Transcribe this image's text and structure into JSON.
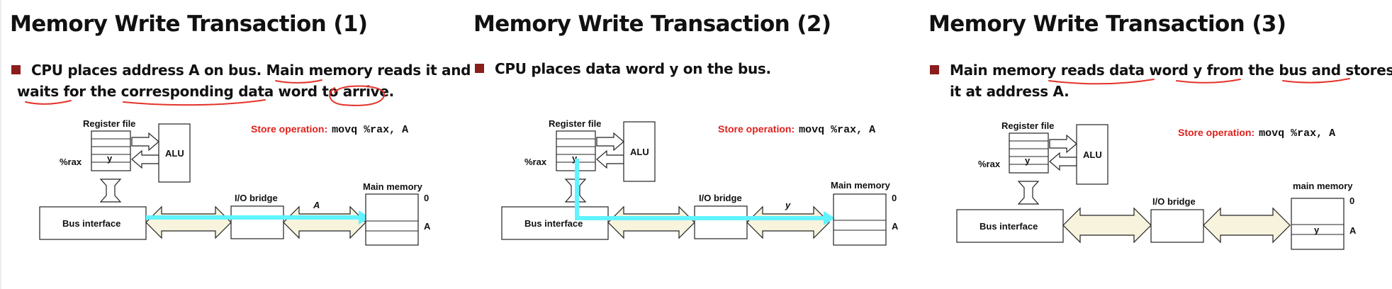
{
  "colors": {
    "bullet": "#8b1d1d",
    "store_label": "#e0201c",
    "bus_highlight": "#5ff4ff",
    "annotation_ink": "#e4342a",
    "bus_arrow_fill": "#f7f3dd"
  },
  "panels": [
    {
      "title": "Memory Write Transaction (1)",
      "bullet_lines": [
        "CPU places address A on bus. Main memory reads it and",
        "waits for the corresponding data word to arrive."
      ],
      "store_label": "Store operation",
      "store_colon": ":",
      "store_instruction": "movq %rax, A",
      "labels": {
        "register_file": "Register file",
        "rax": "%rax",
        "register_value": "y",
        "alu": "ALU",
        "bus_interface": "Bus interface",
        "io_bridge": "I/O bridge",
        "bus_value": "A",
        "main_memory": "Main memory",
        "memory_value": "",
        "addr_0": "0",
        "addr_a": "A"
      }
    },
    {
      "title": "Memory Write Transaction (2)",
      "bullet_lines": [
        "CPU places data word y on the bus."
      ],
      "store_label": "Store operation",
      "store_colon": ":",
      "store_instruction": "movq %rax, A",
      "labels": {
        "register_file": "Register file",
        "rax": "%rax",
        "register_value": "y",
        "alu": "ALU",
        "bus_interface": "Bus interface",
        "io_bridge": "I/O bridge",
        "bus_value": "y",
        "main_memory": "Main memory",
        "memory_value": "",
        "addr_0": "0",
        "addr_a": "A"
      }
    },
    {
      "title": "Memory Write Transaction (3)",
      "bullet_lines": [
        "Main memory reads data word y from the bus and stores",
        "it at address A."
      ],
      "store_label": "Store operation",
      "store_colon": ":",
      "store_instruction": "movq %rax, A",
      "labels": {
        "register_file": "Register file",
        "rax": "%rax",
        "register_value": "y",
        "alu": "ALU",
        "bus_interface": "Bus interface",
        "io_bridge": "I/O bridge",
        "bus_value": "",
        "main_memory": "main memory",
        "memory_value": "y",
        "addr_0": "0",
        "addr_a": "A"
      }
    }
  ]
}
